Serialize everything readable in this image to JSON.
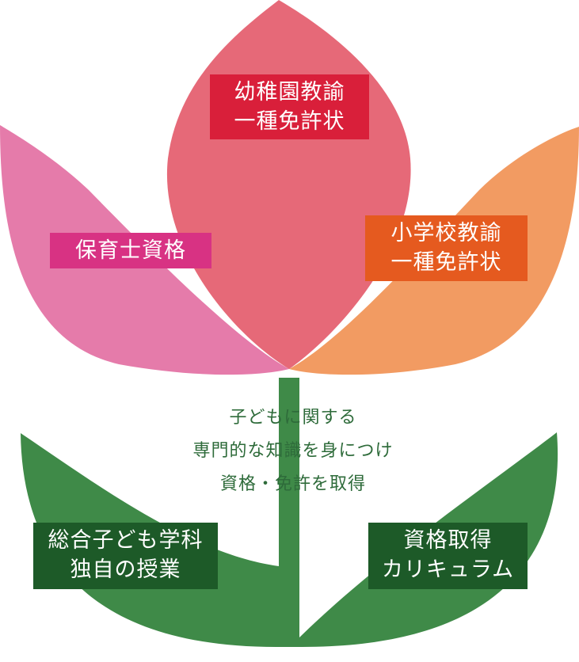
{
  "qualifications": {
    "kindergarten": {
      "line1": "幼稚園教諭",
      "line2": "一種免許状"
    },
    "nursery": {
      "line1": "保育士資格"
    },
    "elementary": {
      "line1": "小学校教諭",
      "line2": "一種免許状"
    }
  },
  "center_text": {
    "line1": "子どもに関する",
    "line2": "専門的な知識を身につけ",
    "line3": "資格・免許を取得"
  },
  "leaves": {
    "left": {
      "line1": "総合子ども学科",
      "line2": "独自の授業"
    },
    "right": {
      "line1": "資格取得",
      "line2": "カリキュラム"
    }
  },
  "colors": {
    "center_petal": "#e0485a",
    "left_petal": "#e1649b",
    "right_petal": "#f08a46",
    "leaf_green": "#3f8a48",
    "stem_green": "#3f8a48",
    "box_kindergarten": "#d91f3a",
    "box_nursery": "#d83283",
    "box_elementary": "#e55a1f",
    "box_dark_green": "#1d5a28",
    "text_green": "#2e6b3a"
  }
}
